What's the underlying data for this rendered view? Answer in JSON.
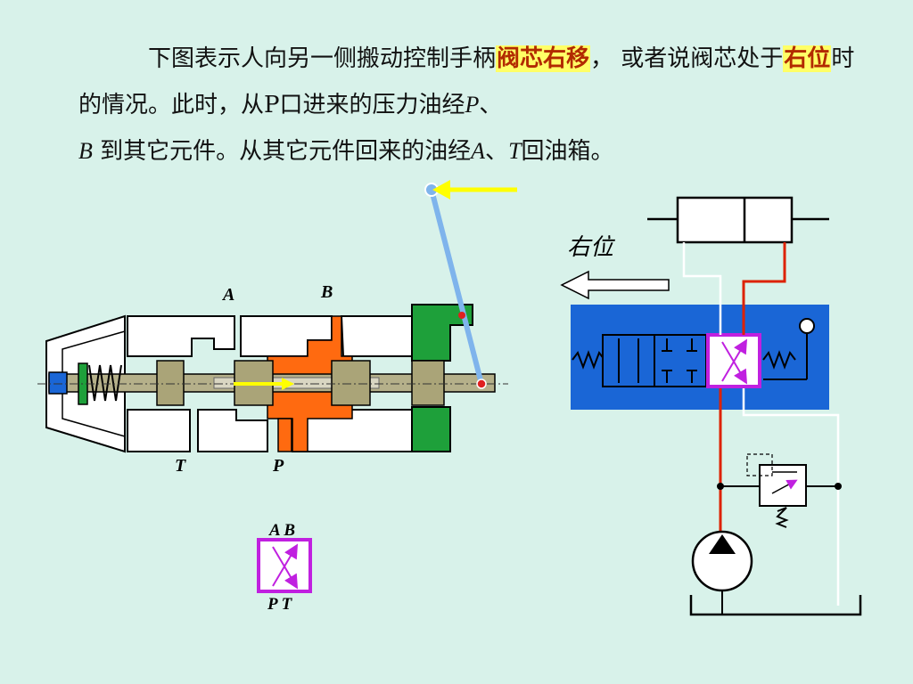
{
  "paragraph": {
    "s1": "下图表示人向另一侧搬动控制手柄",
    "hl1": "阀芯右移",
    "s2": "，  或者说阀芯处于",
    "hl2": "右位",
    "s3": "时的情况。此时，从P口进来的压力油经",
    "P": "P",
    "sep1": "、",
    "B": "B",
    "s4": " 到其它元件。从其它元件回来的油经",
    "A": "A",
    "sep2": "、",
    "T": "T",
    "s5": "回油箱。"
  },
  "valve_section": {
    "port_A": "A",
    "port_B": "B",
    "port_T": "T",
    "port_P": "P"
  },
  "symbol_small": {
    "top_labels": "A B",
    "bottom_labels": "P T"
  },
  "circuit": {
    "position_label": "右位"
  },
  "colors": {
    "pressure_oil": "#ff6a10",
    "pressure_line": "#dd2200",
    "handle": "#7fb4ec",
    "arrow": "#ffff00",
    "active_box": "#c020e0",
    "valve_body": "#1a66d6",
    "seal": "#1ea03a"
  }
}
